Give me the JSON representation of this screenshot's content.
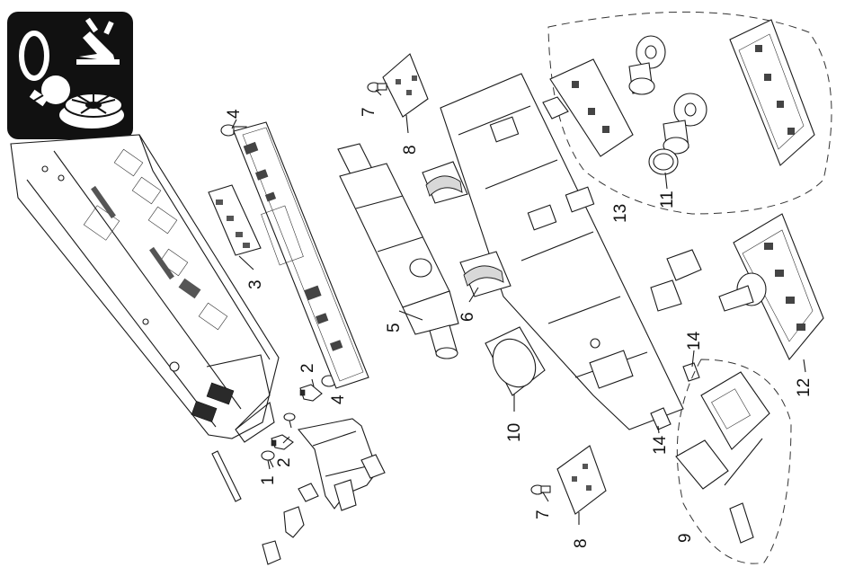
{
  "header_icon": {
    "icons": [
      "zero-digit-icon",
      "wrench-icon",
      "lamp-bulb-icon",
      "wheel-icon"
    ],
    "background_color": "#111111"
  },
  "labels": {
    "p1": "1",
    "p2a": "2",
    "p2b": "2",
    "p3": "3",
    "p4a": "4",
    "p4b": "4",
    "p5": "5",
    "p6": "6",
    "p7a": "7",
    "p7b": "7",
    "p8a": "8",
    "p8b": "8",
    "p9": "9",
    "p10": "10",
    "p11": "11",
    "p12": "12",
    "p13": "13",
    "p14a": "14",
    "p14b": "14"
  }
}
